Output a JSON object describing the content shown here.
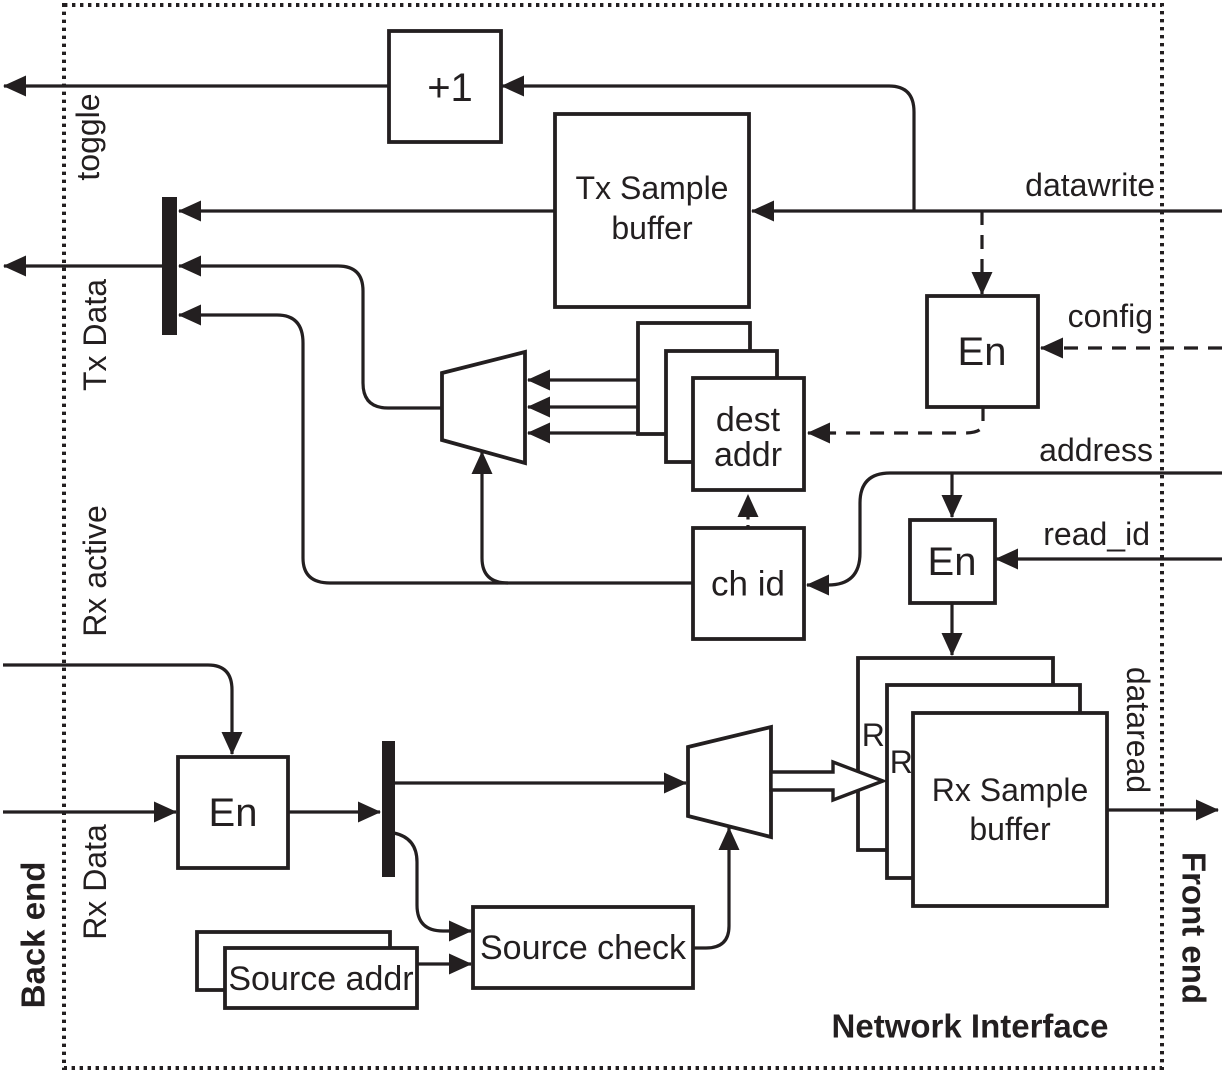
{
  "colors": {
    "ink": "#231f20",
    "paper": "#ffffff"
  },
  "boundary": {
    "label": "Network Interface"
  },
  "edge_labels": {
    "back_end": "Back end",
    "front_end": "Front end"
  },
  "blocks": {
    "plus_one": "+1",
    "tx_sample_buffer_line1": "Tx Sample",
    "tx_sample_buffer_line2": "buffer",
    "enable_label": "En",
    "dest_addr_line1": "dest",
    "dest_addr_line2": "addr",
    "ch_id": "ch id",
    "rx_sample_buffer_line1": "Rx Sample",
    "rx_sample_buffer_line2": "buffer",
    "source_check": "Source check",
    "source_addr": "Source addr"
  },
  "signals": {
    "toggle": "toggle",
    "tx_data": "Tx Data",
    "rx_active": "Rx active",
    "rx_data": "Rx Data",
    "datawrite": "datawrite",
    "config": "config",
    "address": "address",
    "read_id": "read_id",
    "dataread": "dataread"
  }
}
